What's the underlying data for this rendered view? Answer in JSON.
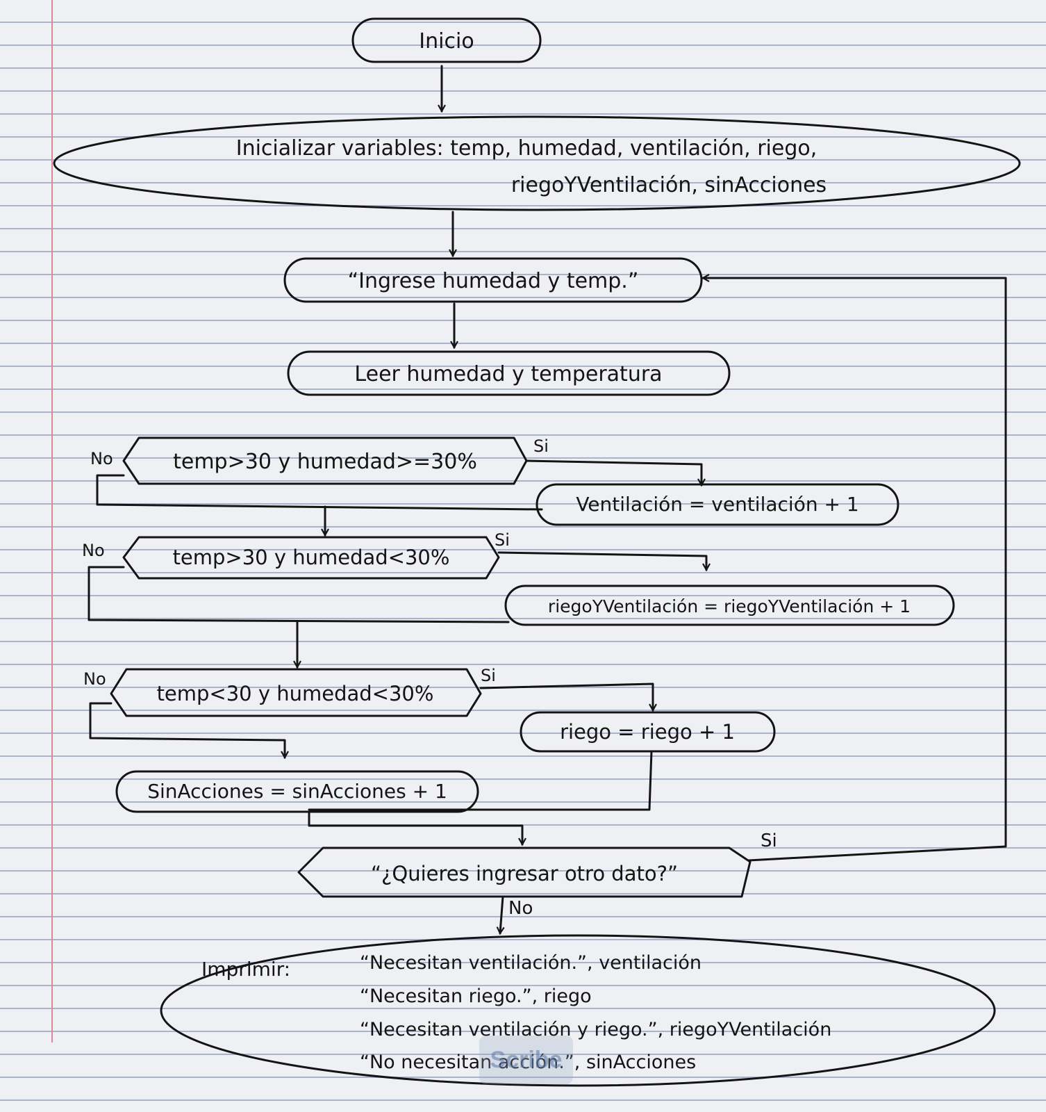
{
  "nodes": {
    "start": "Inicio",
    "init_line1": "Inicializar variables: temp, humedad, ventilación, riego,",
    "init_line2": "riegoYVentilación, sinAcciones",
    "prompt": "“Ingrese humedad y temp.”",
    "read": "Leer humedad y temperatura",
    "cond1": "temp>30 y humedad>=30%",
    "act1": "Ventilación = ventilación + 1",
    "cond2": "temp>30 y humedad<30%",
    "act2": "riegoYVentilación = riegoYVentilación + 1",
    "cond3": "temp<30 y humedad<30%",
    "act3": "riego = riego + 1",
    "act4": "SinAcciones = sinAcciones + 1",
    "ask": "“¿Quieres ingresar otro dato?”",
    "print_label": "Imprimir:",
    "print_1": "“Necesitan ventilación.”, ventilación",
    "print_2": "“Necesitan riego.”, riego",
    "print_3": "“Necesitan ventilación y riego.”, riegoYVentilación",
    "print_4": "“No necesitan acción.”, sinAcciones"
  },
  "labels": {
    "c1_yes": "Si",
    "c1_no": "No",
    "c2_yes": "Si",
    "c2_no": "No",
    "c3_yes": "Si",
    "c3_no": "No",
    "ask_yes": "Si",
    "ask_no": "No"
  },
  "watermark": "Scribe",
  "colors": {
    "ink": "#141414",
    "paper": "#eff0f3",
    "rule": "#aab3c9",
    "margin": "#d78a95"
  }
}
